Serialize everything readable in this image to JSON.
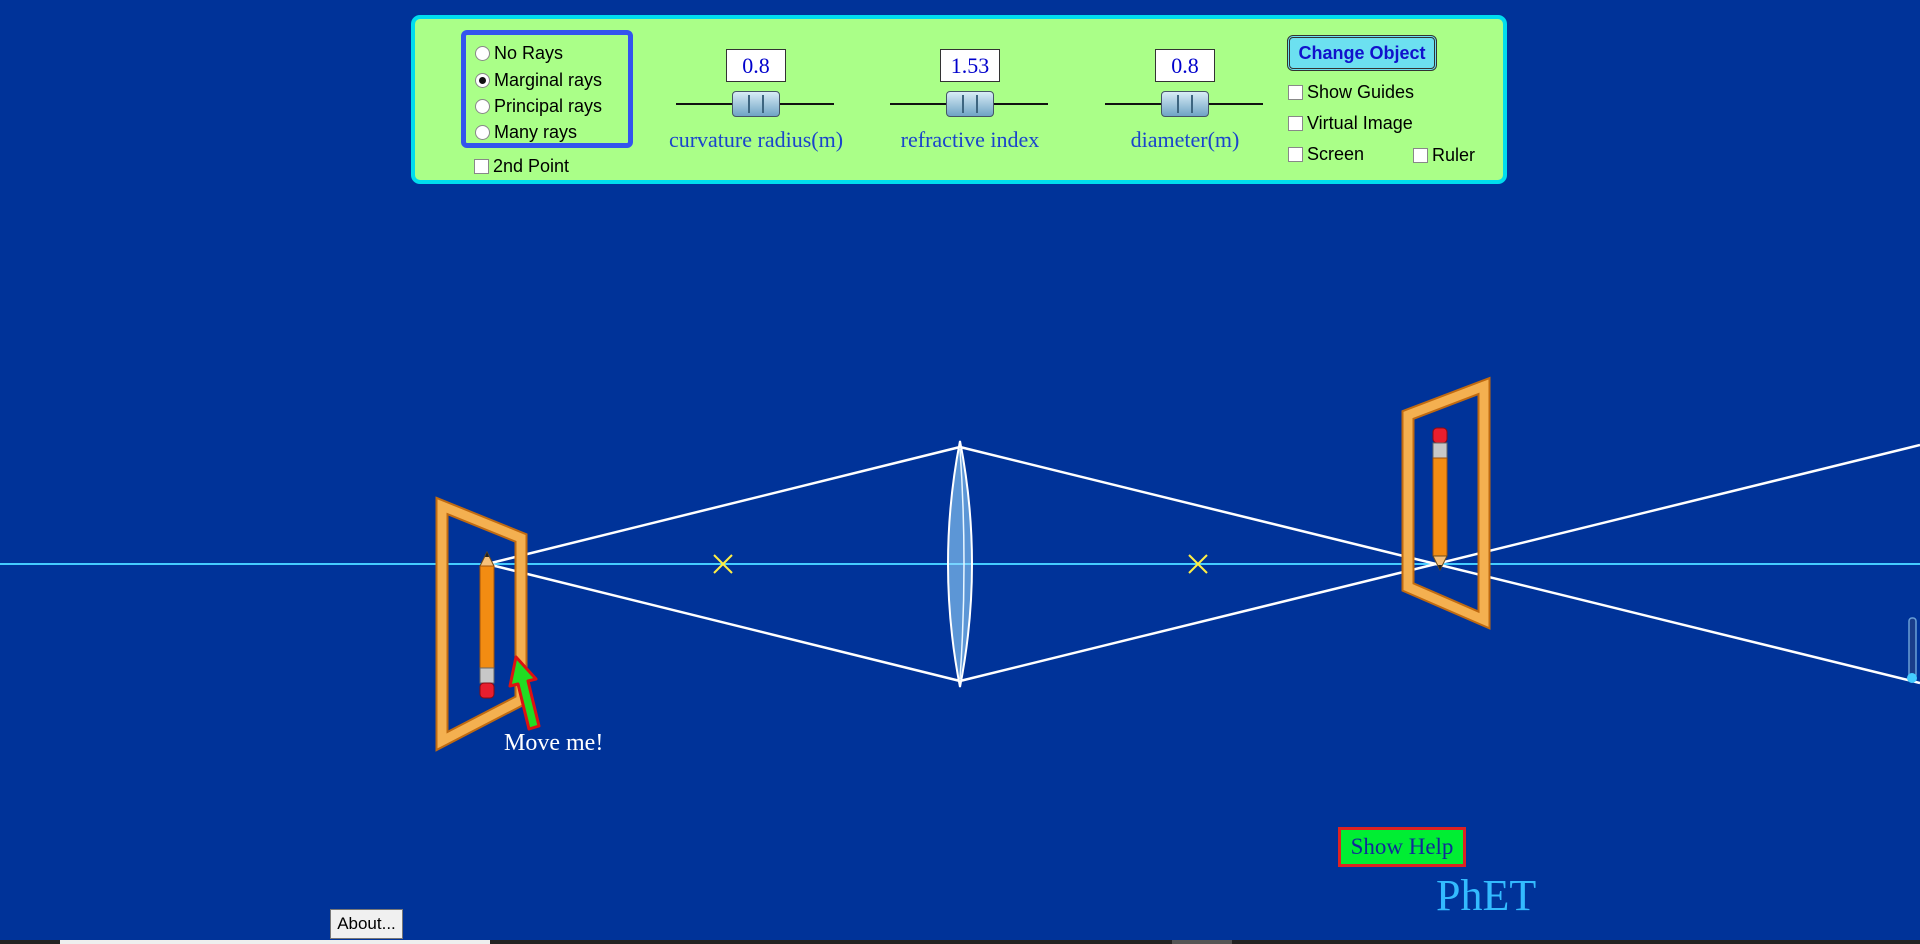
{
  "ray_options": [
    {
      "label": "No Rays",
      "selected": false
    },
    {
      "label": "Marginal rays",
      "selected": true
    },
    {
      "label": "Principal rays",
      "selected": false
    },
    {
      "label": "Many rays",
      "selected": false
    }
  ],
  "second_point": {
    "label": "2nd Point",
    "checked": false
  },
  "sliders": {
    "curvature": {
      "value": "0.8",
      "label": "curvature radius(m)"
    },
    "refractive": {
      "value": "1.53",
      "label": "refractive index"
    },
    "diameter": {
      "value": "0.8",
      "label": "diameter(m)"
    }
  },
  "change_object_label": "Change Object",
  "checkboxes": {
    "show_guides": {
      "label": "Show Guides",
      "checked": false
    },
    "virtual_image": {
      "label": "Virtual Image",
      "checked": false
    },
    "screen": {
      "label": "Screen",
      "checked": false
    },
    "ruler": {
      "label": "Ruler",
      "checked": false
    }
  },
  "move_me_label": "Move me!",
  "show_help_label": "Show Help",
  "logo_text": "PhET",
  "about_label": "About...",
  "colors": {
    "background": "#003399",
    "panel": "#aaff88",
    "panel_border": "#00ddee",
    "ray": "#ffffff",
    "axis": "#44ccff",
    "focal_marker": "#ffee44",
    "frame": "#f4b050",
    "help_button": "#00ee33"
  },
  "icons": [
    "pencil-object-icon",
    "pencil-image-icon",
    "lens-icon",
    "focal-point-icon",
    "move-arrow-icon"
  ]
}
